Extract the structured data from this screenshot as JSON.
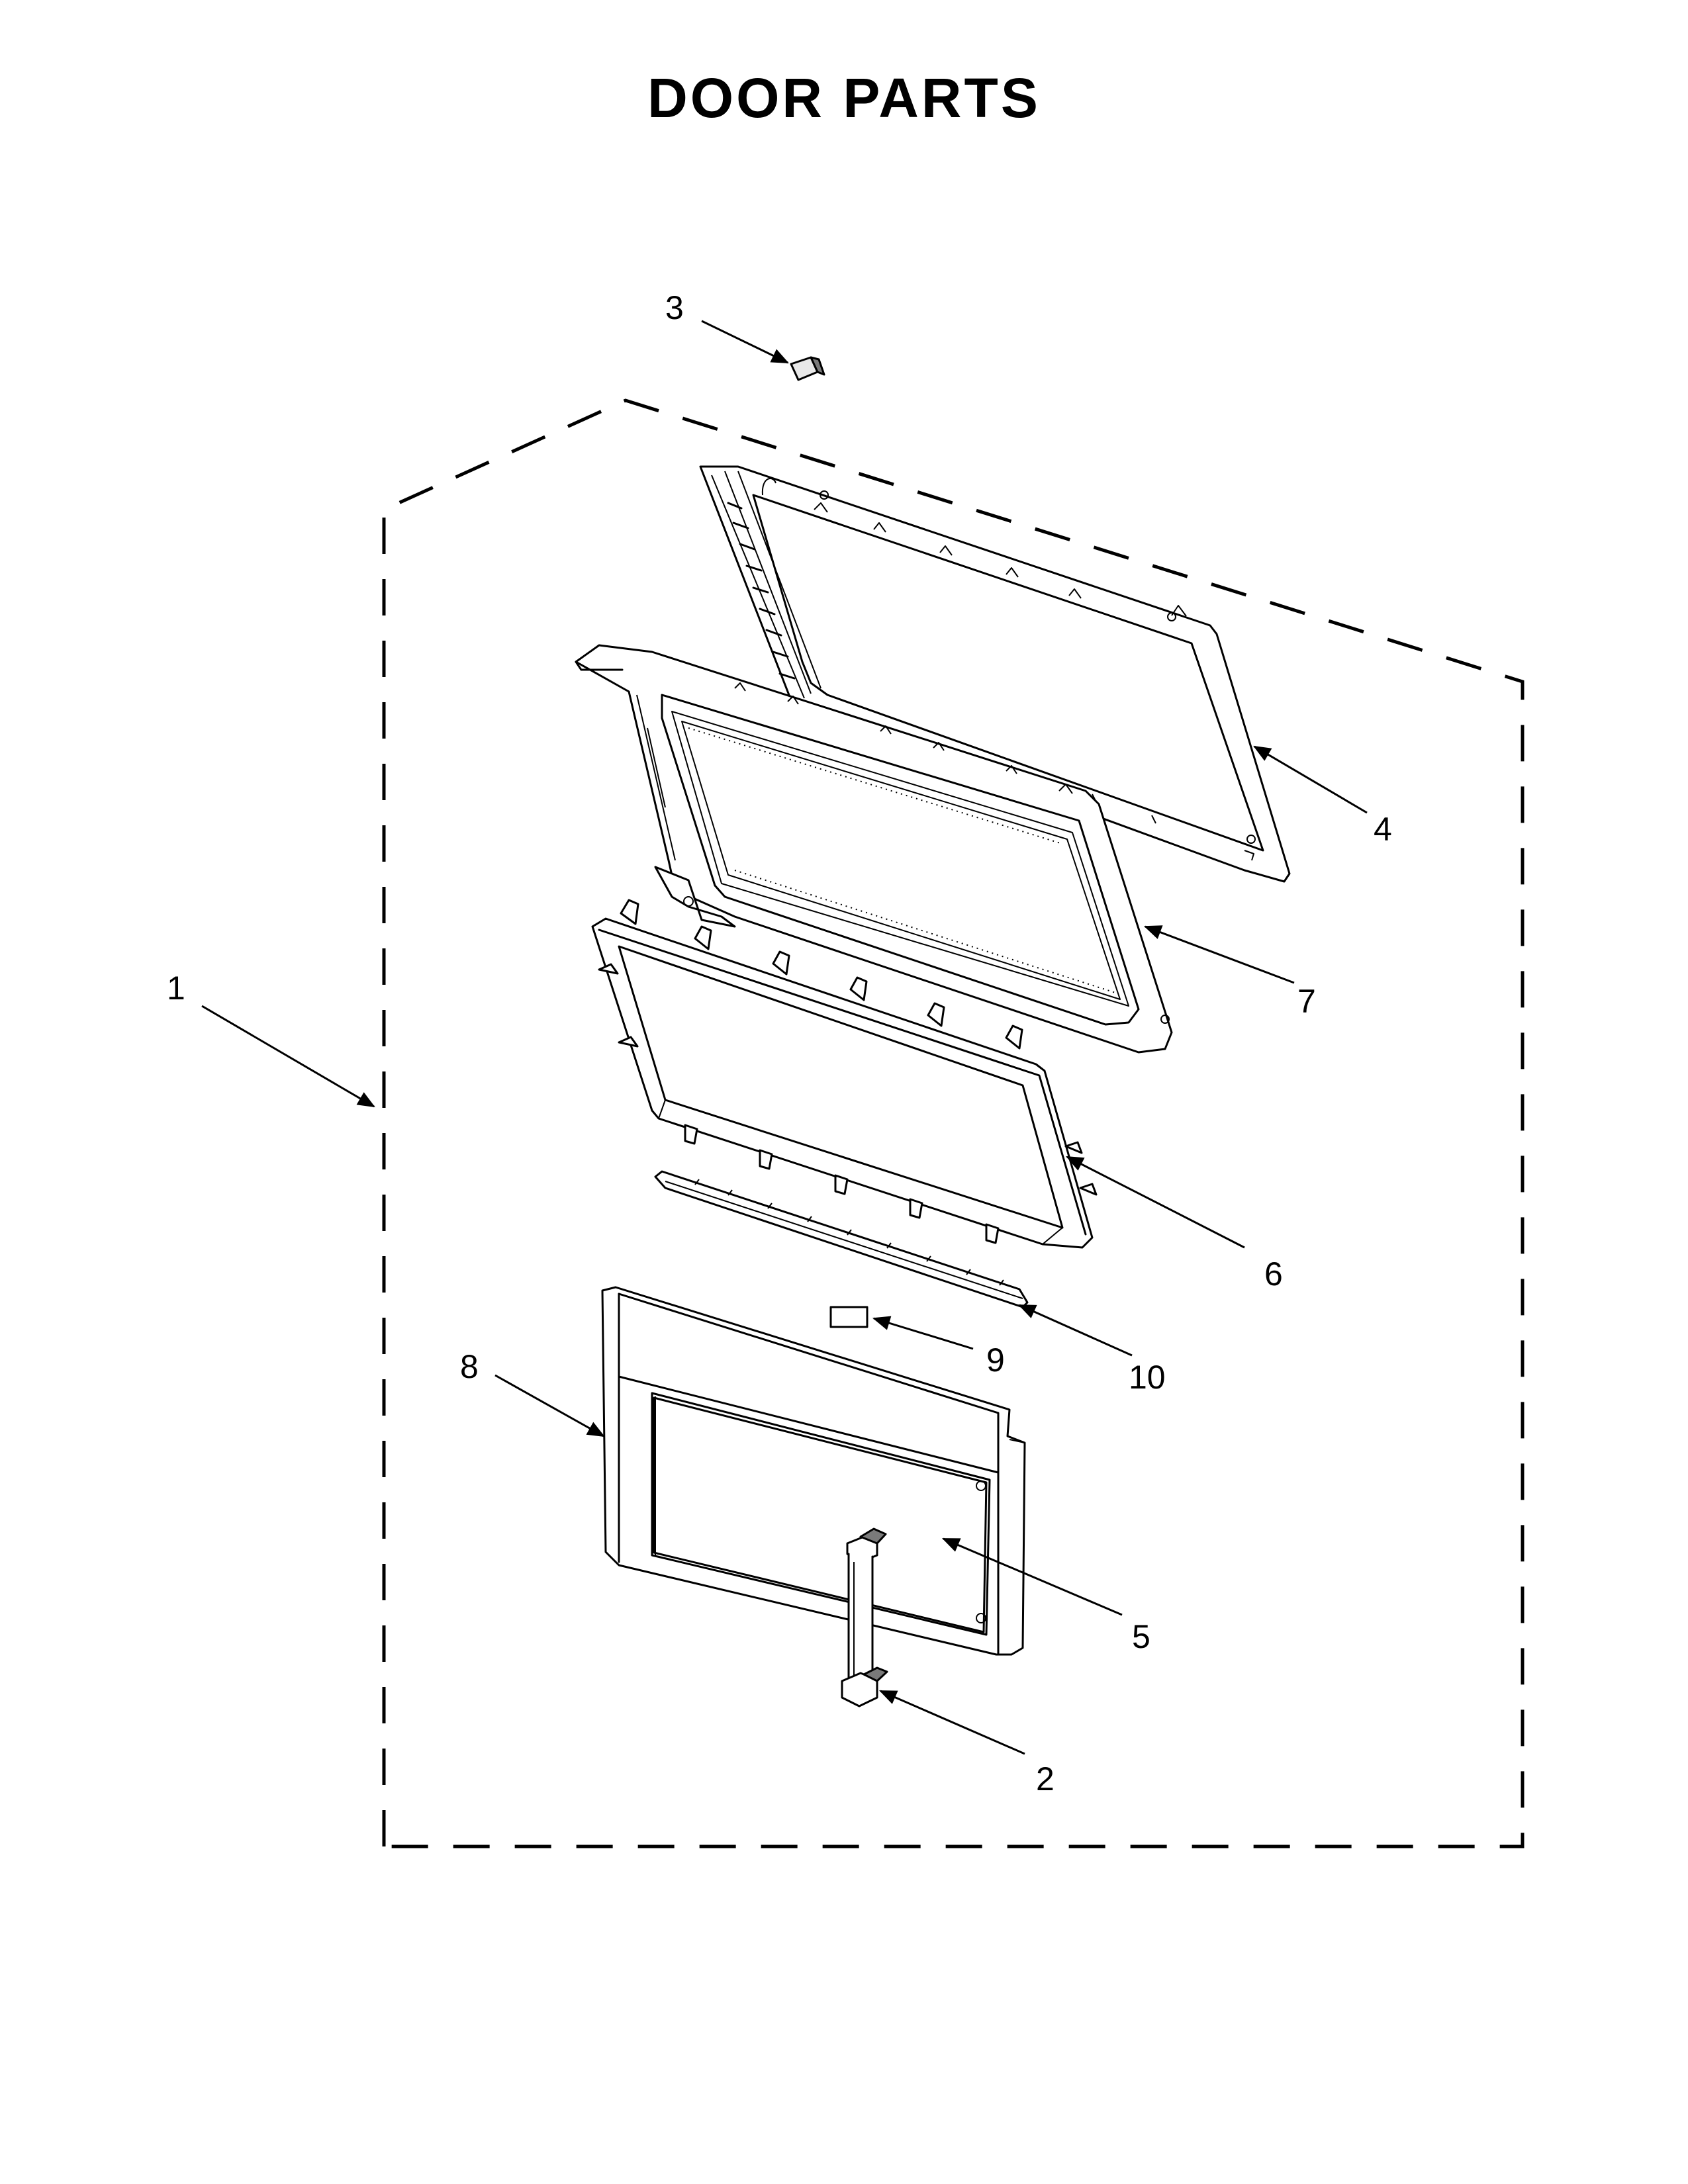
{
  "title": "DOOR PARTS",
  "callouts": [
    {
      "id": "1",
      "label": "1"
    },
    {
      "id": "2",
      "label": "2"
    },
    {
      "id": "3",
      "label": "3"
    },
    {
      "id": "4",
      "label": "4"
    },
    {
      "id": "5",
      "label": "5"
    },
    {
      "id": "6",
      "label": "6"
    },
    {
      "id": "7",
      "label": "7"
    },
    {
      "id": "8",
      "label": "8"
    },
    {
      "id": "9",
      "label": "9"
    },
    {
      "id": "10",
      "label": "10"
    }
  ]
}
